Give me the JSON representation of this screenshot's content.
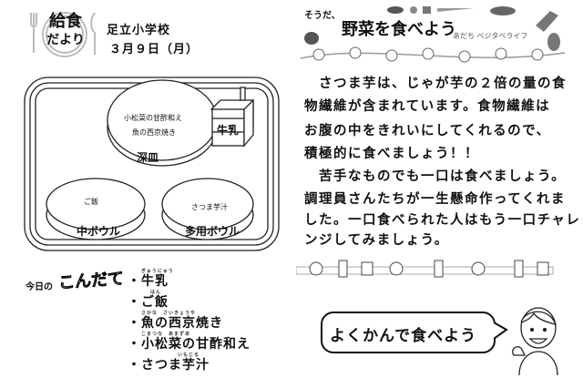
{
  "header": {
    "logo_line1": "給食",
    "logo_line2": "だより",
    "school": "足立小学校",
    "date": "３月９日（月）"
  },
  "tray": {
    "deep_plate_items": [
      "小松菜の甘酢和え",
      "魚の西京焼き"
    ],
    "deep_plate_label": "深皿",
    "milk_label": "牛乳",
    "rice_item": "ご飯",
    "rice_bowl_label": "中ボウル",
    "soup_item": "さつま芋汁",
    "soup_bowl_label": "多用ボウル"
  },
  "menu": {
    "title_prefix": "今日の",
    "title_main": "こんだて",
    "items": [
      {
        "text": "牛乳",
        "ruby": "ぎゅうにゅう"
      },
      {
        "text": "ご飯",
        "ruby": "はん"
      },
      {
        "text": "魚の西京焼き",
        "ruby": "さかな　さいきょうや"
      },
      {
        "text": "小松菜の甘酢和え",
        "ruby": "こまつな　あまずあ"
      },
      {
        "text": "さつま芋汁",
        "ruby": "いもじる"
      }
    ]
  },
  "banner": {
    "prefix": "そうだ、",
    "title": "野菜を食べよう",
    "subtitle": "あだち ベジタベライフ"
  },
  "article": {
    "lines": [
      "　さつま芋は、じゃが芋の２倍の量の食",
      "物繊維が含まれています。食物繊維は",
      "お腹の中をきれいにしてくれるので、",
      "積極的に食べましょう！！",
      "　苦手なものでも一口は食べましょう。",
      "調理員さんたちが一生懸命作ってくれま",
      "した。一口食べられた人はもう一口チャレ",
      "ンジしてみましょう。"
    ]
  },
  "bubble": {
    "text": "よくかんで食べよう"
  }
}
